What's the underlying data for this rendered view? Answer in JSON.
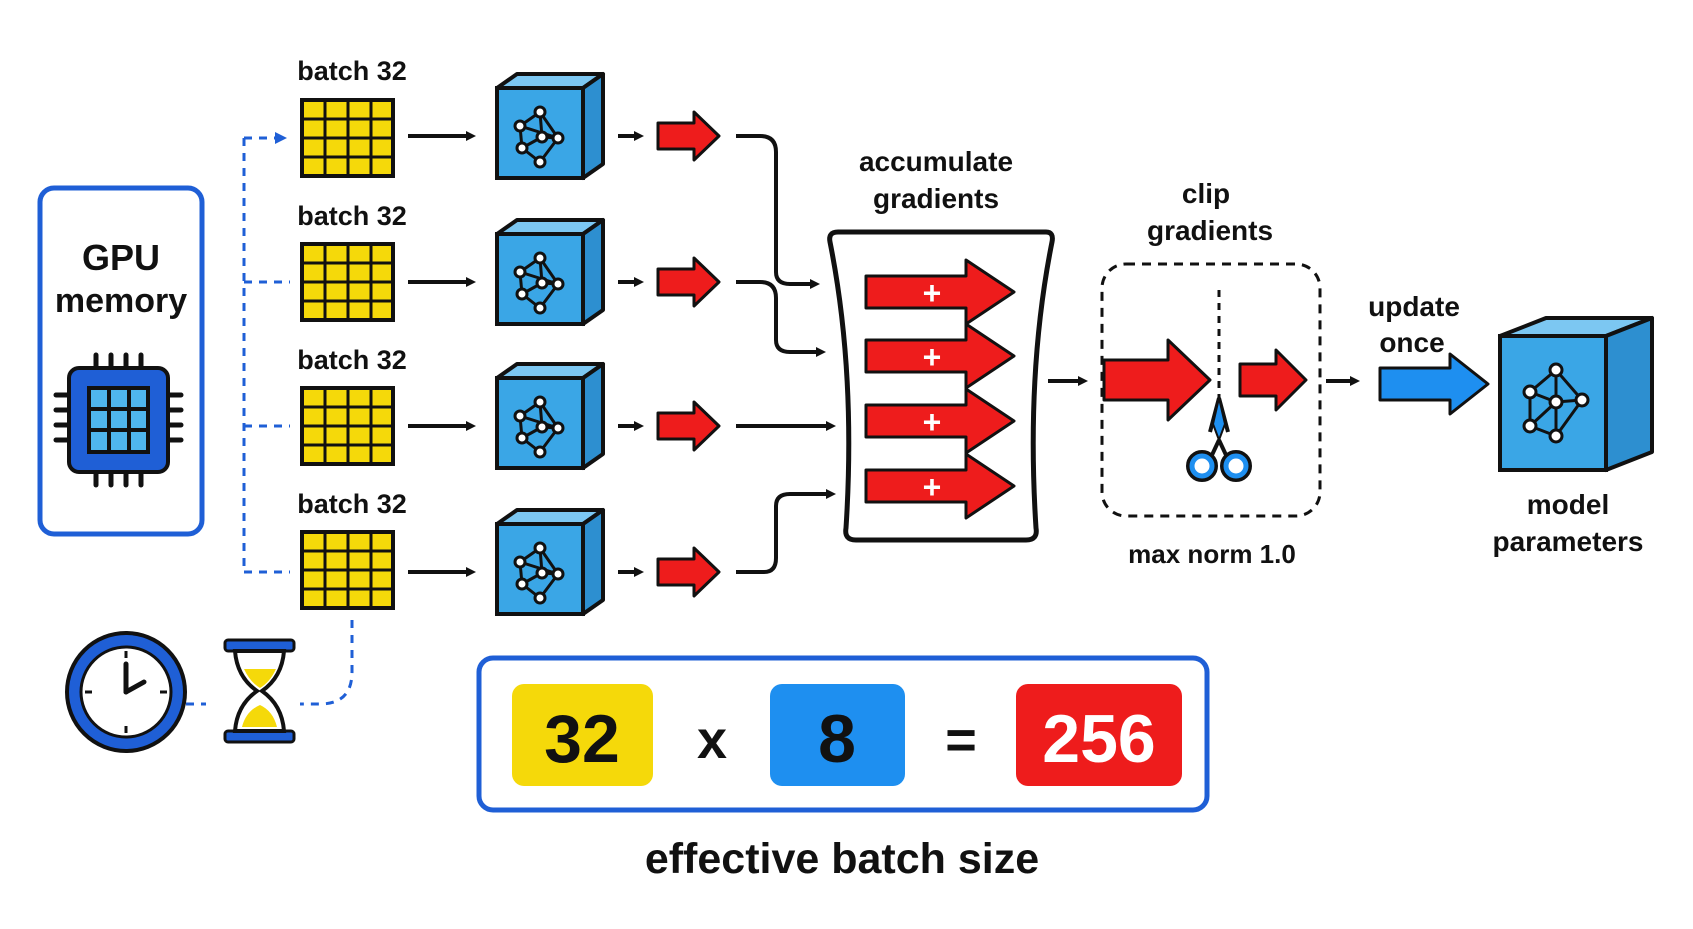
{
  "gpu": {
    "label_line1": "GPU",
    "label_line2": "memory",
    "icon": "chip-icon"
  },
  "batches": [
    {
      "label": "batch 32"
    },
    {
      "label": "batch 32"
    },
    {
      "label": "batch 32"
    },
    {
      "label": "batch 32"
    }
  ],
  "accumulate": {
    "label_line1": "accumulate",
    "label_line2": "gradients",
    "plus": "+"
  },
  "clip": {
    "label_line1": "clip",
    "label_line2": "gradients",
    "caption": "max norm 1.0",
    "icon": "scissors-icon"
  },
  "update": {
    "label_line1": "update",
    "label_line2": "once"
  },
  "model": {
    "label_line1": "model",
    "label_line2": "parameters",
    "icon": "network-cube-icon"
  },
  "equation": {
    "a": "32",
    "op1": "x",
    "b": "8",
    "op2": "=",
    "result": "256",
    "caption": "effective batch size"
  },
  "icons": [
    "clock-icon",
    "hourglass-icon",
    "batch-grid-icon",
    "network-cube-icon",
    "gradient-arrow-icon"
  ],
  "colors": {
    "blue": "#1f5fd6",
    "cube": "#3aa6e6",
    "yellow": "#f5d90a",
    "red": "#ee1c1c",
    "eq_blue": "#1e8ff0",
    "black": "#111111"
  }
}
